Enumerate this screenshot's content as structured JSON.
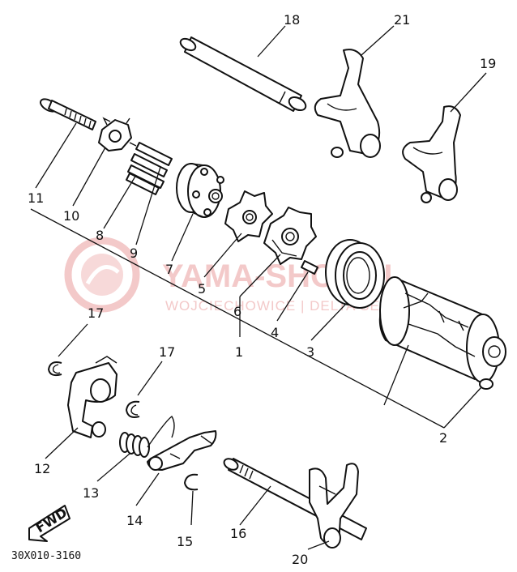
{
  "diagram_code": "30X010-3160",
  "fwd_label": "FWD",
  "watermark": {
    "title": "YAMA-SHOP.PL",
    "subtitle": "WOJCIECHOWICE | DELTA SERVICE",
    "color": "#f3c9c9"
  },
  "callouts": {
    "c1": "1",
    "c2": "2",
    "c3": "3",
    "c4": "4",
    "c5": "5",
    "c6": "6",
    "c7": "7",
    "c8": "8",
    "c9": "9",
    "c10": "10",
    "c11": "11",
    "c12": "12",
    "c13": "13",
    "c14": "14",
    "c15": "15",
    "c16": "16",
    "c17a": "17",
    "c17b": "17",
    "c18": "18",
    "c19": "19",
    "c20": "20",
    "c21": "21"
  }
}
